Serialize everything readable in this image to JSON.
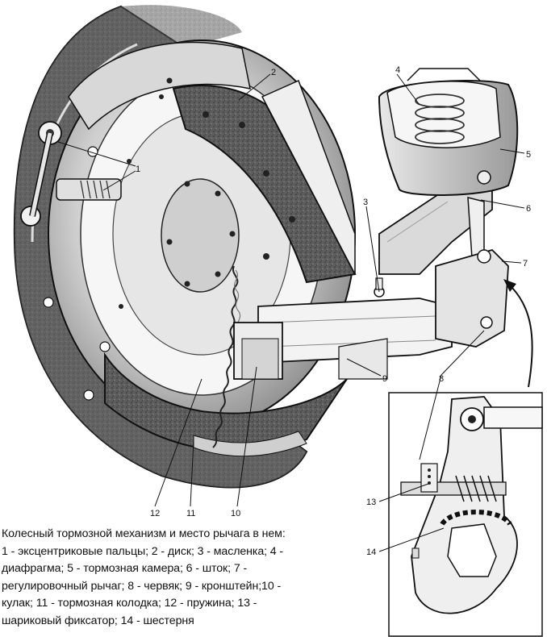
{
  "figure": {
    "callouts": [
      {
        "num": "1"
      },
      {
        "num": "2"
      },
      {
        "num": "3"
      },
      {
        "num": "4"
      },
      {
        "num": "5"
      },
      {
        "num": "6"
      },
      {
        "num": "7"
      },
      {
        "num": "8"
      },
      {
        "num": "9"
      },
      {
        "num": "10"
      },
      {
        "num": "11"
      },
      {
        "num": "12"
      },
      {
        "num": "13"
      },
      {
        "num": "14"
      }
    ]
  },
  "caption": {
    "lines": [
      "Колесный тормозной механизм и место рычага в нем:",
      "1 - эксцентриковые пальцы; 2 - диск; 3 - масленка; 4 -",
      "диафрагма; 5 - тормозная камера; 6 - шток; 7 -",
      "регулировочный рычаг; 8 - червяк; 9 - кронштейн;10 -",
      "кулак; 11 - тормозная колодка; 12 - пружина; 13 -",
      "шариковый фиксатор; 14 - шестерня"
    ]
  }
}
